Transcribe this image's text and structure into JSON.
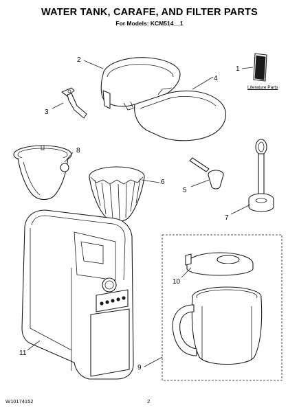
{
  "header": {
    "title": "WATER TANK, CARAFE, AND FILTER PARTS",
    "subtitle": "For Models: KCM514__1"
  },
  "callouts": {
    "c1": "1",
    "c2": "2",
    "c3": "3",
    "c4": "4",
    "c5": "5",
    "c6": "6",
    "c7": "7",
    "c8": "8",
    "c9": "9",
    "c10": "10",
    "c11": "11"
  },
  "literature_label": "Literature Parts",
  "footer": {
    "doc_id": "W10174152",
    "page": "2"
  }
}
